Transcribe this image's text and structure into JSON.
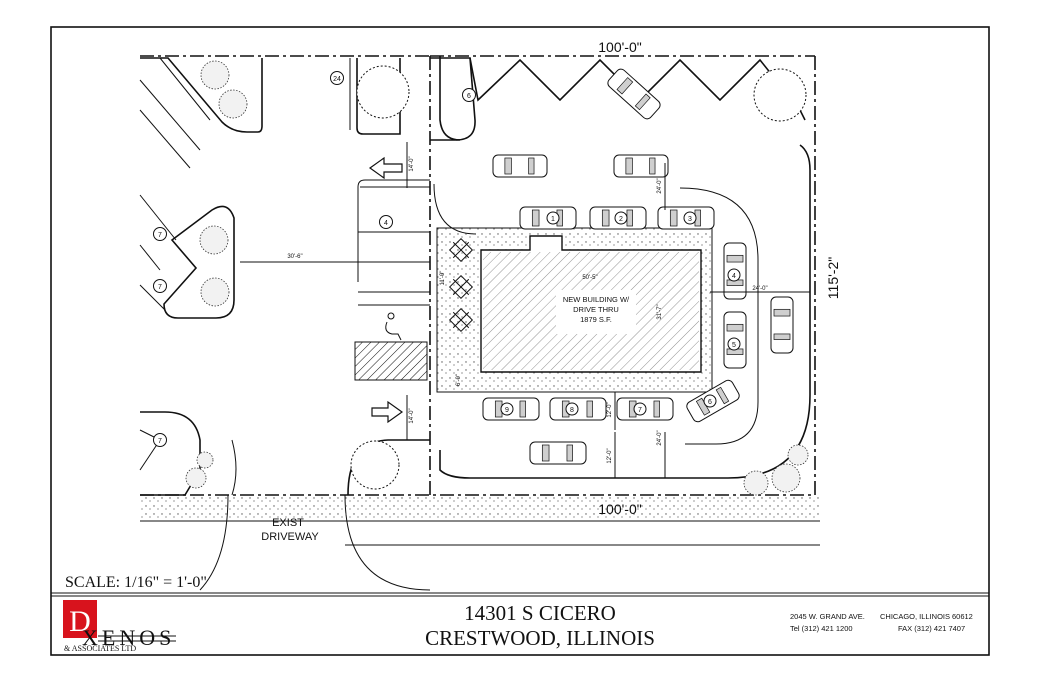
{
  "plan": {
    "dim_top": "100'-0\"",
    "dim_bottom": "100'-0\"",
    "dim_right": "115'-2\"",
    "building_label_lines": [
      "NEW BUILDING W/",
      "DRIVE THRU",
      "1879 S.F."
    ],
    "building_width": "50'-5\"",
    "building_depth": "31'-7\"",
    "dim_14_upper": "14'-0\"",
    "dim_14_lower": "14'-0\"",
    "dim_24_top": "24'-0\"",
    "dim_24_right": "24'-0\"",
    "dim_24_bottom": "24'-0\"",
    "dim_12_a": "12'-0\"",
    "dim_12_b": "12'-0\"",
    "dim_11": "11'-0\"",
    "dim_6": "6'-0\"",
    "dim_30": "30'-6\"",
    "exist_driveway": [
      "EXIST",
      "DRIVEWAY"
    ],
    "stall_numbers": [
      "1",
      "2",
      "3",
      "4",
      "5",
      "6",
      "7",
      "8",
      "9"
    ],
    "neighbor_counts": [
      "24",
      "6",
      "4",
      "7",
      "7",
      "7"
    ]
  },
  "footer": {
    "scale": "SCALE: 1/16\" = 1'-0\"",
    "title_line1": "14301 S CICERO",
    "title_line2": "CRESTWOOD, ILLINOIS",
    "address": "2045 W. GRAND AVE.",
    "city": "CHICAGO, ILLINOIS",
    "zip": "60612",
    "tel": "Tel (312) 421 1200",
    "fax": "FAX (312) 421 7407",
    "logo_text": "XENOS",
    "logo_sub": "& ASSOCIATES LTD",
    "logo_letter": "D"
  },
  "colors": {
    "logo_red": "#d8131d",
    "line": "#111111"
  }
}
